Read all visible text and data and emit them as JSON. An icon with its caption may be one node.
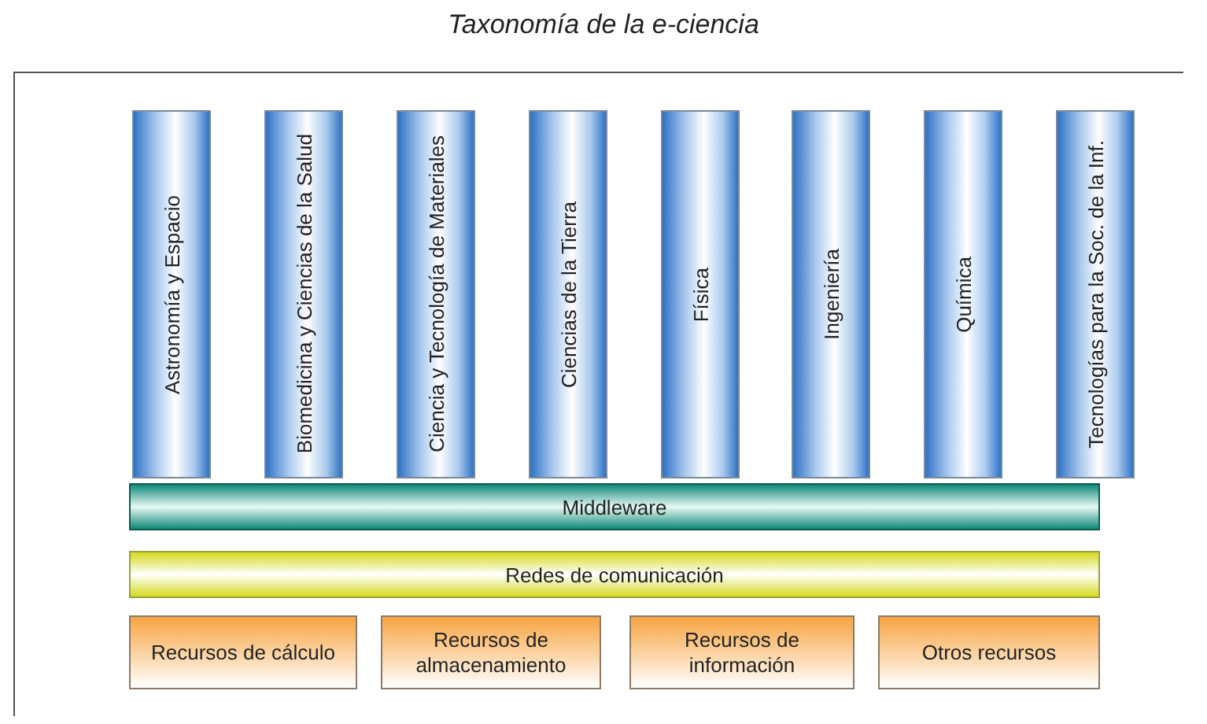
{
  "diagram": {
    "title": "Taxonomía de la e-ciencia",
    "nodes": [
      {
        "text": [
          "Astronomía y Espacio"
        ]
      },
      {
        "text": [
          "Biomedicina y Ciencias de la Salud"
        ]
      },
      {
        "text": [
          "Ciencia y Tecnología de Materiales"
        ]
      },
      {
        "text": [
          "Ciencias de la Tierra"
        ]
      },
      {
        "text": [
          "Física"
        ]
      },
      {
        "text": [
          "Ingeniería"
        ]
      },
      {
        "text": [
          "Química"
        ]
      },
      {
        "text": [
          "Tecnologías para la Soc. de la Inf."
        ]
      },
      {
        "text": [
          "Middleware"
        ]
      },
      {
        "text": [
          "Redes de comunicación"
        ]
      },
      {
        "text": [
          "Recursos de cálculo"
        ]
      },
      {
        "text": [
          "Recursos de almacenamiento"
        ]
      },
      {
        "text": [
          "Recursos de información"
        ]
      },
      {
        "text": [
          "Otros recursos"
        ]
      }
    ]
  }
}
